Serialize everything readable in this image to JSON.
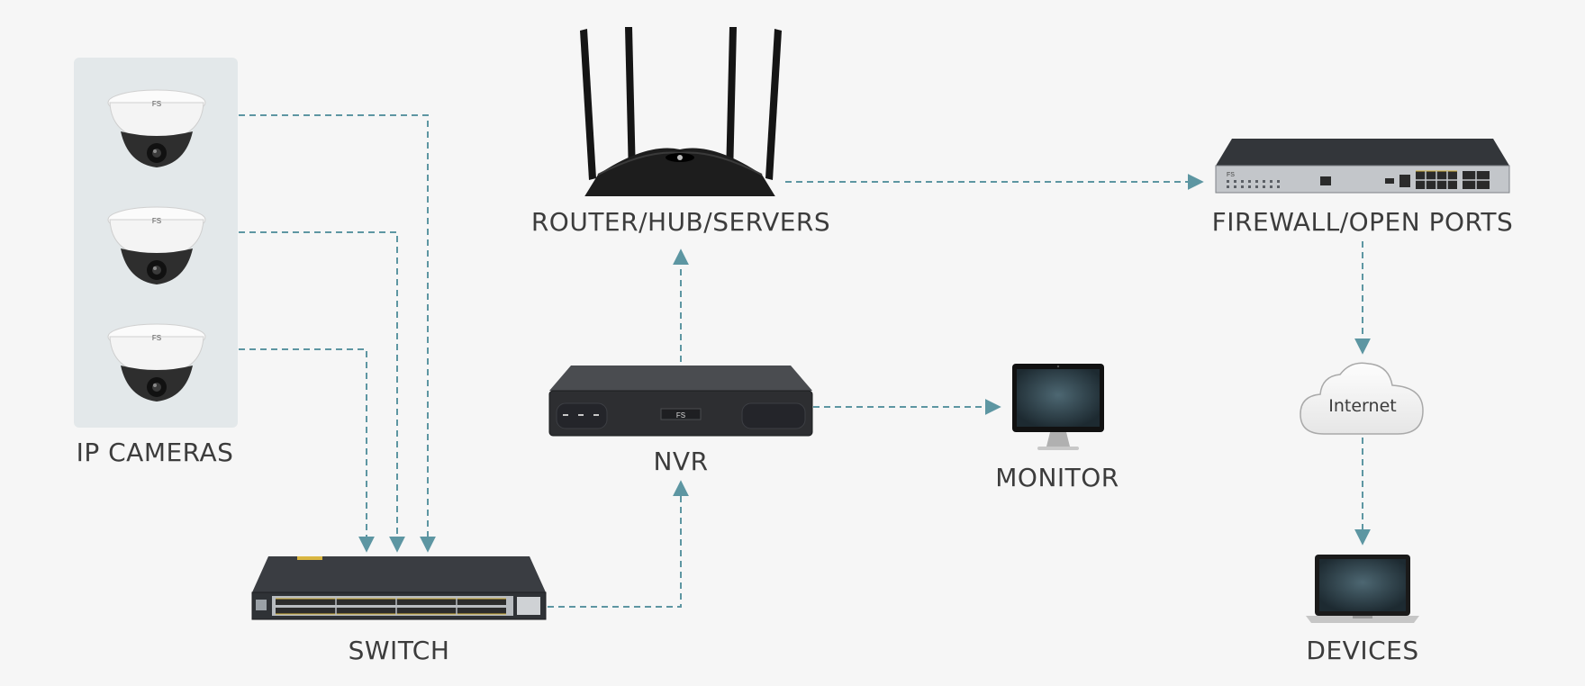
{
  "labels": {
    "cameras": "IP CAMERAS",
    "switch": "SWITCH",
    "router": "ROUTER/HUB/SERVERS",
    "nvr": "NVR",
    "monitor": "MONITOR",
    "firewall": "FIREWALL/OPEN PORTS",
    "devices": "DEVICES"
  },
  "cloud_text": "Internet",
  "device_brand": "FS",
  "colors": {
    "background": "#f6f6f6",
    "connector": "#5d96a2",
    "label_text": "#3c3c3c",
    "camera_panel": "#e3e8ea"
  },
  "icons": [
    "dome-camera-icon",
    "switch-icon",
    "router-icon",
    "nvr-icon",
    "monitor-icon",
    "firewall-icon",
    "cloud-icon",
    "laptop-icon"
  ]
}
